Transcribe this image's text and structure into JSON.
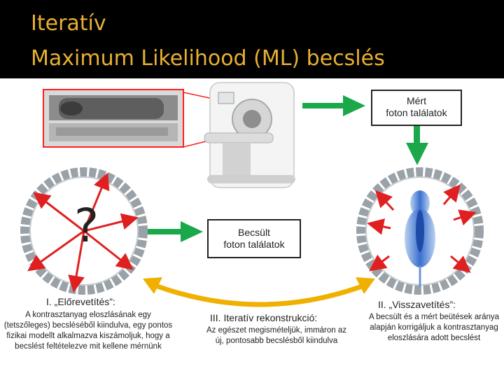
{
  "title": {
    "line1": "Iteratív",
    "line2": "Maximum Likelihood (ML) becslés"
  },
  "boxes": {
    "measured_line1": "Mért",
    "measured_line2": "foton találatok",
    "estimated_line1": "Becsült",
    "estimated_line2": "foton találatok"
  },
  "question_mark": "?",
  "sections": {
    "forward": {
      "title": "I. „Előrevetítés”:",
      "body": "A kontrasztanyag eloszlásának egy (tetszőleges) becsléséből kiindulva, egy pontos fizikai modellt alkalmazva kiszámoljuk, hogy a becslést feltételezve mit kellene mérnünk"
    },
    "iterative": {
      "title": "III. Iteratív rekonstrukció:",
      "body": "Az egészet megismételjük, immáron az új, pontosabb becslésből kiindulva"
    },
    "back": {
      "title": "II. „Visszavetítés”:",
      "body": "A becsült és a mért beütések aránya alapján korrigáljuk a kontrasztanyag eloszlására adott becslést"
    }
  },
  "colors": {
    "title": "#e8b030",
    "title_background": "#000000",
    "green_arrow": "#1aa84a",
    "red_arrow": "#e02020",
    "curve_arrow": "#f0b000",
    "detector_ring": "#9aa2a8"
  },
  "icons": {
    "scanner": "ct-scanner-image",
    "animal_bed": "animal-bed-image",
    "mouse_scan": "mouse-scan-image"
  }
}
